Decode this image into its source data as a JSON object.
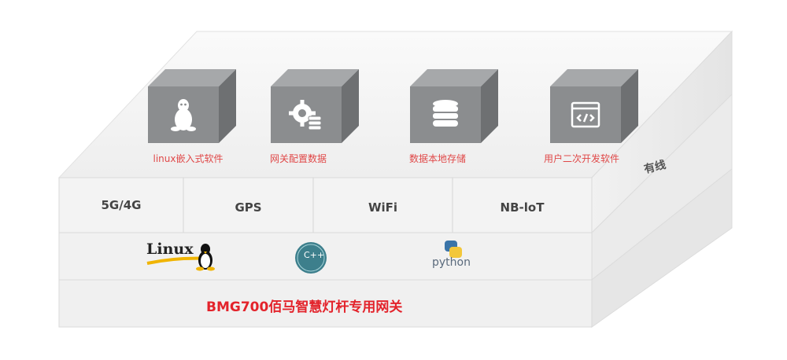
{
  "colors": {
    "accent_red": "#e3232b",
    "label_red": "#e04848",
    "cube_front": "#8a8c8e",
    "cube_top": "#a4a6a8",
    "cube_side": "#6f7173",
    "slab_light": "#f2f2f2",
    "slab_edge": "#d8d8d8"
  },
  "top_cubes": [
    {
      "icon": "linux-penguin-icon",
      "label": "linux嵌入式软件"
    },
    {
      "icon": "settings-database-icon",
      "label": "网关配置数据"
    },
    {
      "icon": "database-icon",
      "label": "数据本地存储"
    },
    {
      "icon": "code-window-icon",
      "label": "用户二次开发软件"
    }
  ],
  "connectivity_row": {
    "cells": [
      "5G/4G",
      "GPS",
      "WiFi",
      "NB-loT"
    ],
    "side_label": "有线"
  },
  "software_row": {
    "logos": [
      {
        "icon": "linux-logo-icon",
        "text": "Linux"
      },
      {
        "icon": "c-cpp-logo-icon",
        "text": "C++"
      },
      {
        "icon": "python-logo-icon",
        "text": "python"
      }
    ]
  },
  "base_row": {
    "title": "BMG700佰马智慧灯杆专用网关"
  }
}
